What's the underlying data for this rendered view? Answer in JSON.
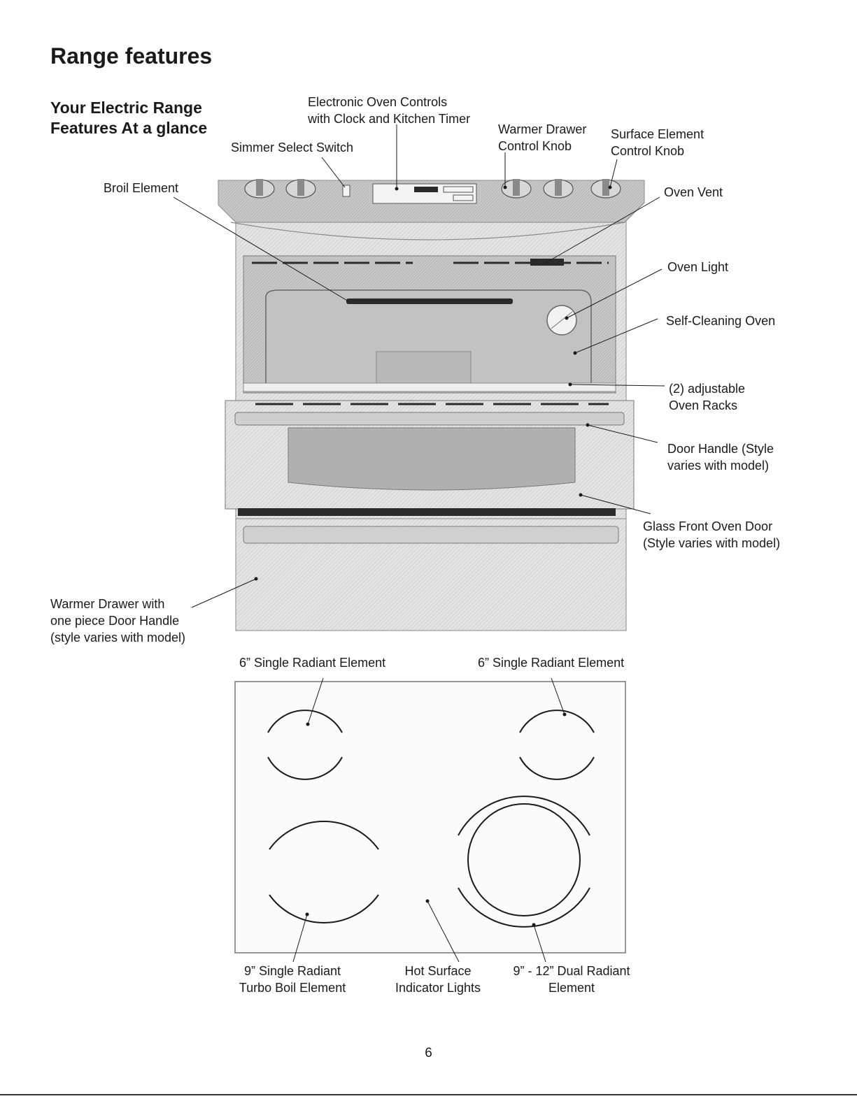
{
  "page": {
    "title": "Range features",
    "subheading": [
      "Your Electric Range",
      "Features At a glance"
    ],
    "page_number": "6"
  },
  "range_labels": {
    "electronic_controls": [
      "Electronic Oven Controls",
      "with Clock and Kitchen Timer"
    ],
    "simmer_switch": [
      "Simmer Select Switch"
    ],
    "warmer_knob": [
      "Warmer Drawer",
      "Control Knob"
    ],
    "surface_knob": [
      "Surface Element",
      "Control Knob"
    ],
    "broil_element": [
      "Broil Element"
    ],
    "oven_vent": [
      "Oven Vent"
    ],
    "oven_light": [
      "Oven Light"
    ],
    "self_cleaning": [
      "Self-Cleaning Oven"
    ],
    "oven_racks": [
      "(2) adjustable",
      "Oven Racks"
    ],
    "door_handle": [
      "Door Handle (Style",
      "varies with model)"
    ],
    "glass_door": [
      "Glass Front Oven Door",
      "(Style varies with model)"
    ],
    "warmer_drawer": [
      "Warmer Drawer with",
      "one piece Door Handle",
      "(style varies with model)"
    ]
  },
  "cooktop_labels": {
    "left_rear": [
      "6” Single Radiant Element"
    ],
    "right_rear": [
      "6” Single Radiant Element"
    ],
    "left_front": [
      "9” Single Radiant",
      "Turbo Boil Element"
    ],
    "center": [
      "Hot Surface",
      "Indicator Lights"
    ],
    "right_front": [
      "9” - 12” Dual Radiant",
      "Element"
    ]
  },
  "colors": {
    "line": "#1a1a1a",
    "body": "#dcdcdc",
    "cavity": "#bdbdbd",
    "dark": "#2a2a2a"
  }
}
